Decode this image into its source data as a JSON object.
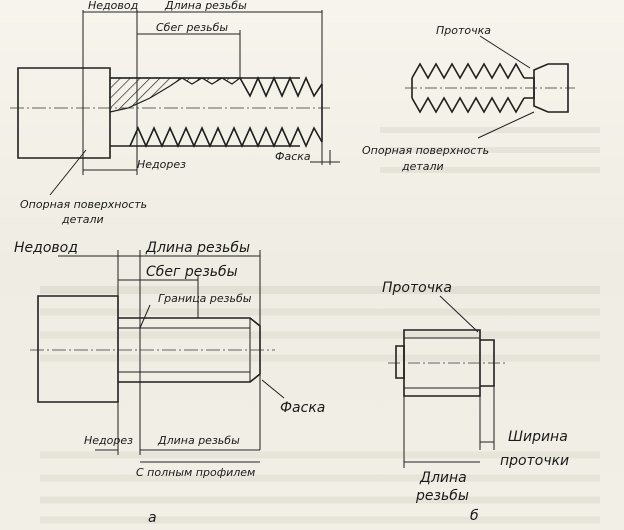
{
  "top_left": {
    "nedovod": "Недовод",
    "dlina_rezby": "Длина резьбы",
    "sbeg_rezby": "Сбег резьбы",
    "nedorez": "Недорез",
    "faska": "Фаска",
    "opornaya_line1": "Опорная поверхность",
    "opornaya_line2": "детали"
  },
  "top_right": {
    "protochka": "Проточка",
    "opornaya_line1": "Опорная поверхность",
    "opornaya_line2": "детали"
  },
  "bottom_left": {
    "nedovod": "Недовод",
    "dlina_rezby": "Длина резьбы",
    "sbeg_rezby": "Сбег резьбы",
    "granitsa": "Граница резьбы",
    "faska": "Фаска",
    "nedorez": "Недорез",
    "dlina_rezby_bottom": "Длина резьбы",
    "s_polnym": "С полным профилем",
    "caption": "а"
  },
  "bottom_right": {
    "protochka": "Проточка",
    "shirina_line1": "Ширина",
    "shirina_line2": "проточки",
    "dlina_line1": "Длина",
    "dlina_line2": "резьбы",
    "caption": "б"
  }
}
